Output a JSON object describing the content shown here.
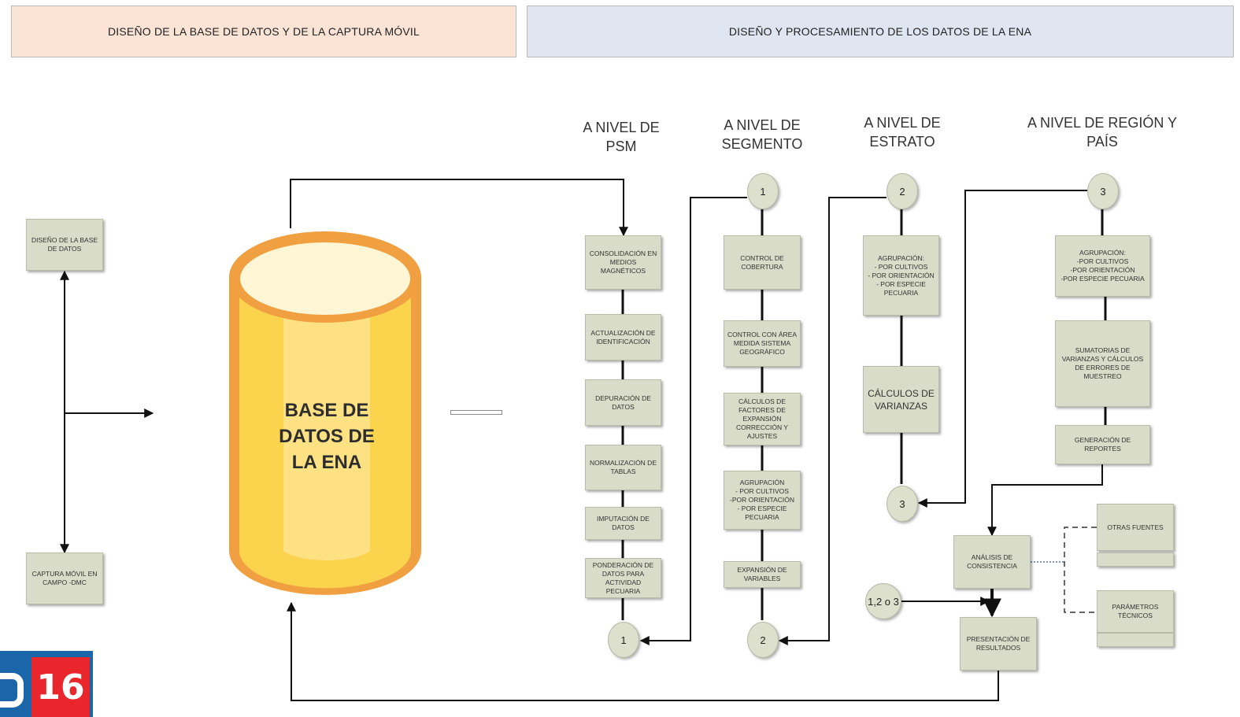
{
  "header": {
    "left_banner": "DISEÑO DE LA BASE DE DATOS Y DE LA CAPTURA MÓVIL",
    "right_banner": "DISEÑO Y PROCESAMIENTO DE LOS DATOS DE LA ENA"
  },
  "left": {
    "design_box": "DISEÑO DE LA BASE DE DATOS",
    "capture_box": "CAPTURA MÓVIL EN CAMPO -DMC"
  },
  "database": {
    "label": "BASE DE\nDATOS DE\nLA ENA"
  },
  "columns": {
    "psm": {
      "title": "A NIVEL DE\nPSM",
      "steps": [
        "CONSOLIDACIÓN EN MEDIOS MAGNÉTICOS",
        "ACTUALIZACIÓN DE IDENTIFICACIÓN",
        "DEPURACIÓN DE DATOS",
        "NORMALIZACIÓN DE TABLAS",
        "IMPUTACIÓN DE DATOS",
        "PONDERACIÓN DE DATOS PARA ACTIVIDAD PECUARIA"
      ],
      "end_connector": "1"
    },
    "segmento": {
      "title": "A NIVEL DE\nSEGMENTO",
      "start_connector": "1",
      "steps": [
        "CONTROL DE COBERTURA",
        "CONTROL CON ÁREA MEDIDA SISTEMA GEOGRÁFICO",
        "CÁLCULOS DE FACTORES DE EXPANSIÓN CORRECCIÓN Y AJUSTES",
        "AGRUPACIÓN\n- POR CULTIVOS\n-POR ORIENTACIÓN\n- POR ESPECIE PECUARIA",
        "EXPANSIÓN DE VARIABLES"
      ],
      "end_connector": "2"
    },
    "estrato": {
      "title": "A NIVEL DE\nESTRATO",
      "start_connector": "2",
      "steps": [
        "AGRUPACIÓN:\n- POR CULTIVOS\n- POR ORIENTACIÓN\n- POR ESPECIE PECUARIA",
        "CÁLCULOS DE VARIANZAS"
      ],
      "end_connector": "3"
    },
    "region": {
      "title": "A NIVEL DE REGIÓN Y\nPAÍS",
      "start_connector": "3",
      "steps": [
        "AGRUPACIÓN:\n-POR CULTIVOS\n-POR ORIENTACIÓN\n-POR ESPECIE PECUARIA",
        "SUMATORIAS DE VARIANZAS Y CÁLCULOS DE ERRORES DE MUESTREO",
        "GENERACIÓN DE REPORTES"
      ]
    }
  },
  "output": {
    "analysis": "ANÁLISIS DE CONSISTENCIA",
    "other_sources": "OTRAS FUENTES",
    "technical_params": "PARÁMETROS TÉCNICOS",
    "connector": "1,2 o 3",
    "presentation": "PRESENTACIÓN DE RESULTADOS"
  },
  "logo": {
    "number": "16"
  },
  "colors": {
    "box_fill": "#d9dcc8",
    "db_orange": "#f0a040",
    "db_yellow": "#fbd34d",
    "banner_left": "#fbe4d6",
    "banner_right": "#dfe6f1"
  }
}
